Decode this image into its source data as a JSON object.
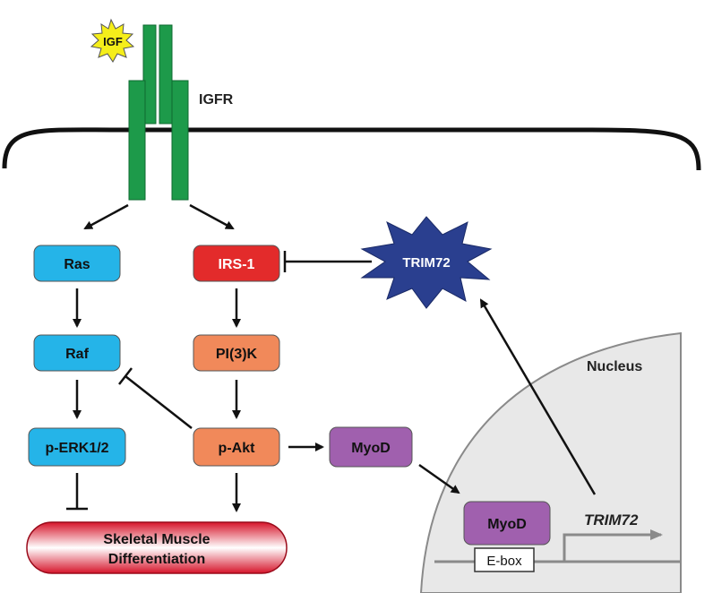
{
  "diagram": {
    "ligand": "IGF",
    "receptor": "IGFR",
    "nodes": {
      "ras": "Ras",
      "irs1": "IRS-1",
      "raf": "Raf",
      "pi3k": "PI(3)K",
      "perk": "p-ERK1/2",
      "pakt": "p-Akt",
      "myod_cyto": "MyoD",
      "myod_nuc": "MyoD",
      "trim72": "TRIM72",
      "outcome_line1": "Skeletal Muscle",
      "outcome_line2": "Differentiation",
      "nucleus": "Nucleus",
      "ebox": "E-box",
      "gene": "TRIM72"
    },
    "colors": {
      "receptor": "#1d9a4a",
      "ras_erk": "#25b4e8",
      "irs1": "#e32b2b",
      "pi3k_akt": "#f1895a",
      "myod": "#a060ae",
      "trim72": "#2a3f8f",
      "ligand": "#f5ee1a",
      "nucleus_fill": "#e8e8e8",
      "outcome_red": "#d6142a"
    }
  }
}
